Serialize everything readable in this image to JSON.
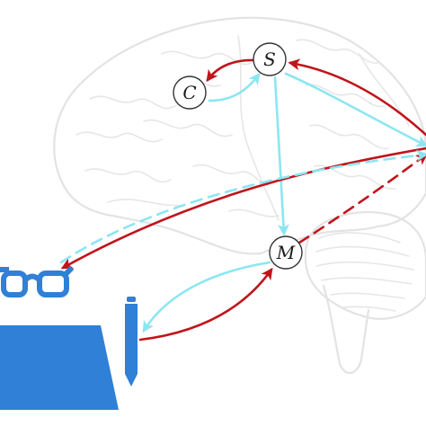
{
  "nodes": {
    "S": "S",
    "C": "C",
    "M": "M"
  },
  "colors": {
    "inference_arrow": "#c0141b",
    "prediction_arrow": "#8ce6f2",
    "objects": "#2f80d6",
    "brain_outline": "#e3e3e3"
  },
  "icons": [
    "brain-outline",
    "eyeglasses-icon",
    "paper-sheet-icon",
    "pen-icon"
  ]
}
